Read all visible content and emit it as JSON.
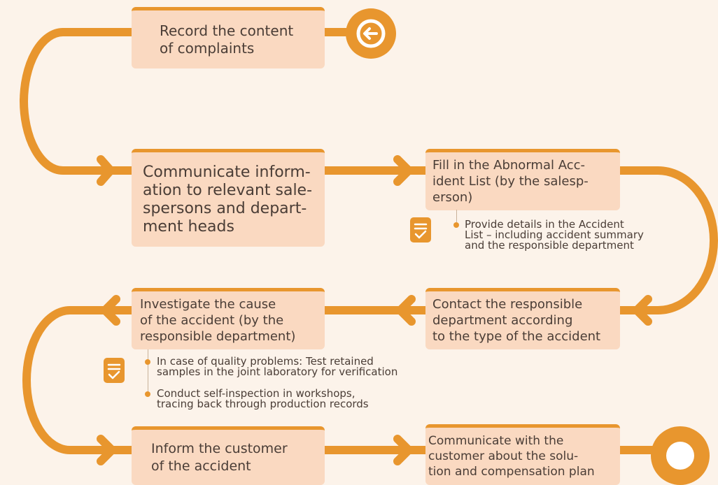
{
  "colors": {
    "background": "#fcf3ea",
    "box_fill": "#fad9c1",
    "accent": "#e8962e",
    "text": "#4a3d36"
  },
  "steps": {
    "record": "Record the content\nof complaints",
    "communicate": "Communicate inform-\nation to relevant sale-\nspersons and depart-\nment heads",
    "fill_list": "Fill in the Abnormal Acc-\nident List (by the salesp-\nerson)",
    "contact": "Contact the responsible\ndepartment according\nto the type of the accident",
    "investigate": "Investigate the cause\nof the accident (by the\nresponsible department)",
    "inform": "Inform the customer\nof the accident",
    "solution": "Communicate with the\ncustomer about the solu-\ntion and compensation plan"
  },
  "notes": {
    "accident_list": "Provide details in the Accident\nList – including accident summary\nand the responsible department",
    "quality": "In case of quality problems: Test retained\nsamples in the joint laboratory for verification",
    "self_inspection": "Conduct self-inspection in workshops,\ntracing back through production records"
  },
  "icons": {
    "start": "arrow-left-circle-icon",
    "end": "end-circle-icon",
    "list": "checklist-icon"
  }
}
